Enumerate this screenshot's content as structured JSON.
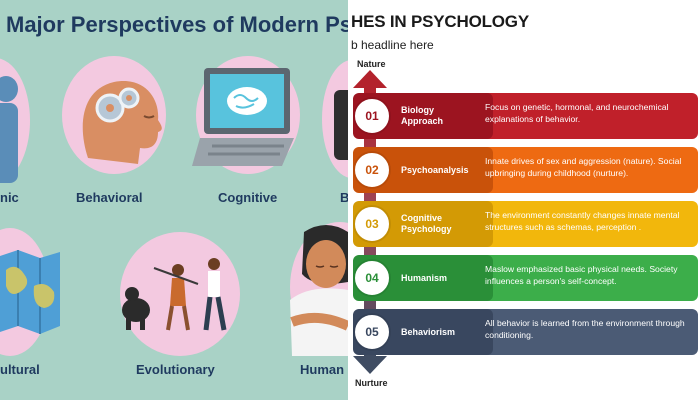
{
  "left_panel": {
    "title": "Major Perspectives of Modern Psych",
    "labels": {
      "psychodynamic_partial": "nic",
      "behavioral": "Behavioral",
      "cognitive": "Cognitive",
      "biological_partial": "B",
      "cultural_partial": "ultural",
      "evolutionary": "Evolutionary",
      "humanistic_partial": "Human"
    },
    "colors": {
      "background": "#a9d2c6",
      "blob": "#f3c9e0",
      "title": "#1f3a5f"
    }
  },
  "right_panel": {
    "title": "HES IN PSYCHOLOGY",
    "subtitle": "b headline here",
    "axis_top": "Nature",
    "axis_bottom": "Nurture",
    "rows": [
      {
        "number": "01",
        "label": "Biology\nApproach",
        "text": "Focus on genetic, hormonal, and neurochemical explanations of behavior.",
        "color": "#c0202a",
        "dark": "#9c1420"
      },
      {
        "number": "02",
        "label": "Psychoanalysis",
        "text": "Innate drives of sex and aggression (nature). Social upbringing during childhood (nurture).",
        "color": "#ee6a12",
        "dark": "#c9520a"
      },
      {
        "number": "03",
        "label": "Cognitive\nPsychology",
        "text": "The environment constantly changes innate mental structures such as schemas, perception .",
        "color": "#f2b70c",
        "dark": "#d39a05"
      },
      {
        "number": "04",
        "label": "Humanism",
        "text": "Maslow emphasized basic physical needs. Society influences a person's self-concept.",
        "color": "#3cae4a",
        "dark": "#2a8f38"
      },
      {
        "number": "05",
        "label": "Behaviorism",
        "text": "All behavior is learned from the environment through conditioning.",
        "color": "#4b5b75",
        "dark": "#39475f"
      }
    ],
    "colors": {
      "arrow_top": "#b3222c",
      "arrow_bottom": "#3f4c62"
    }
  }
}
